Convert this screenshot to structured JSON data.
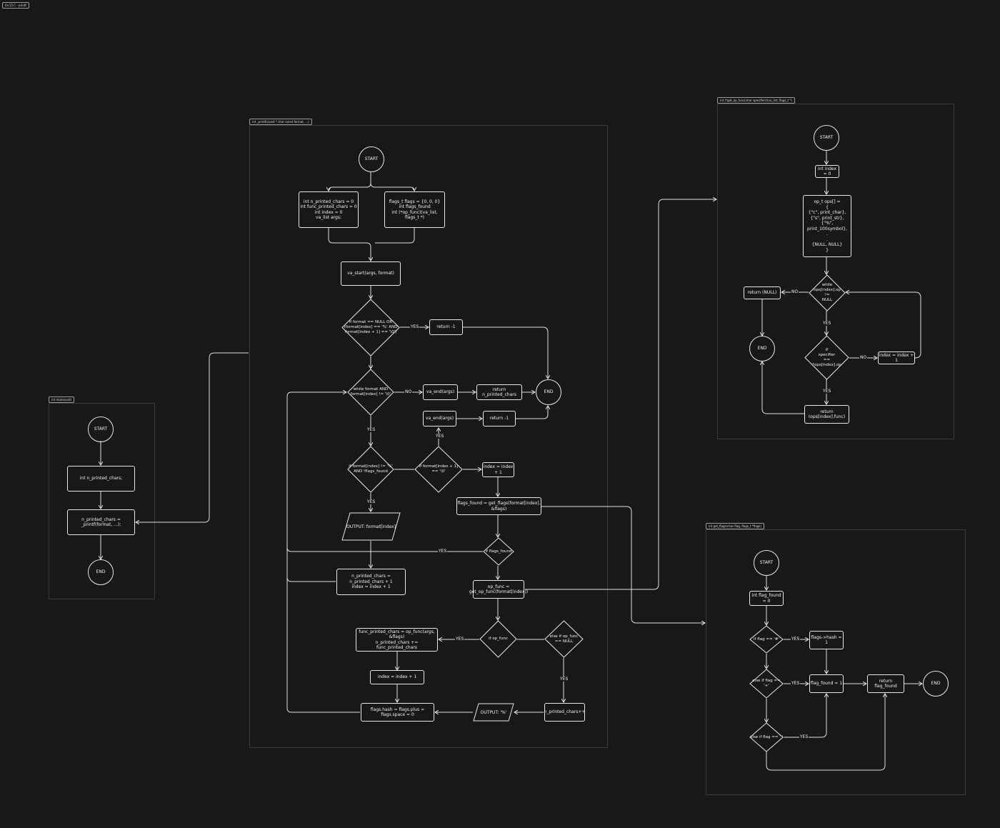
{
  "page_tag": "0×15 C - printf",
  "frames": {
    "main": {
      "title": "int main(void)"
    },
    "printf": {
      "title": "int _printf(const * char const format, ...)"
    },
    "get_op": {
      "title": "int (*get_op_func(char specifier))(va_list, flags_t *)"
    },
    "get_flags": {
      "title": "int get_flags(char flag, flags_t *flags)"
    }
  },
  "main_nodes": {
    "start": "START",
    "decl": "int n_printed_chars;",
    "call": "n_printed_chars = _printf(format, ...);",
    "end": "END"
  },
  "printf_nodes": {
    "start": "START",
    "decl1": "int n_printed_chars = 0\nint func_printed_chars = 0\nint index = 0\nva_list args;",
    "decl2": "flags_t flags = {0, 0, 0}\nint flags_found\nint (*op_func)(va_list, flags_t *)",
    "va_start": "va_start(args, format)",
    "d_null": "if format == NULL OR\n(format[index] == '%' AND\nformat[index + 1] == '\\0')",
    "ret_neg1_a": "return -1",
    "d_while": "while format AND\nformat[index] != '\\0'",
    "va_end_a": "va_end(args)",
    "ret_n": "return n_printed_chars",
    "end": "END",
    "va_end_b": "va_end(args)",
    "ret_neg1_b": "return -1",
    "d_pct": "if format[index] != '%'\nAND !flags_found",
    "d_next_null": "if format[index + 1]\n== '\\0'",
    "idx_inc_a": "index = index + 1",
    "output_fmt": "OUTPUT: format[index]",
    "flags_found": "flags_found = get_flags(format[index], &flags)",
    "d_flags_found": "if flags_found",
    "n_inc": "n_printed_chars = n_printed_chars + 1\nindex = index + 1",
    "op_func": "op_func =\nget_op_func(format[index])",
    "d_op_func": "if op_func",
    "d_op_null": "else if op_func\n== NULL",
    "func_printed": "func_printed_chars = op_func(args, &flags)\nn_printed_chars += func_printed_chars",
    "idx_inc_b": "index = index + 1",
    "reset_flags": "flags.hash = flags.plus = flags.space = 0",
    "output_pct": "OUTPUT: '%'",
    "n_pp": "n_printed_chars++"
  },
  "get_op_nodes": {
    "start": "START",
    "idx": "int index = 0",
    "ops": "op_t ops[] =\n{\n{\"c\", print_char},\n{\"s\", print_str},\n{\"%\", print_100symbol},\n.\n.\n{NULL, NULL}\n}",
    "d_while": "while\nops[index].op\n!=\nNULL",
    "ret_null": "return (NULL)",
    "end": "END",
    "d_spec": "if\nspecifier\n==\n*ops[index].op",
    "idx_inc": "index = index + 1",
    "ret_func": "return (ops[index].func)"
  },
  "get_flags_nodes": {
    "start": "START",
    "decl": "int flag_found = 0",
    "d_hash": "if flag == '#'",
    "hash_set": "flags->hash = 1",
    "d_plus": "else if flag == '+'",
    "found_set": "flag_found = 1",
    "ret_found": "return flag_found",
    "end": "END",
    "d_space": "else if flag == ' '"
  },
  "edge_labels": {
    "yes": "YES",
    "no": "NO"
  }
}
